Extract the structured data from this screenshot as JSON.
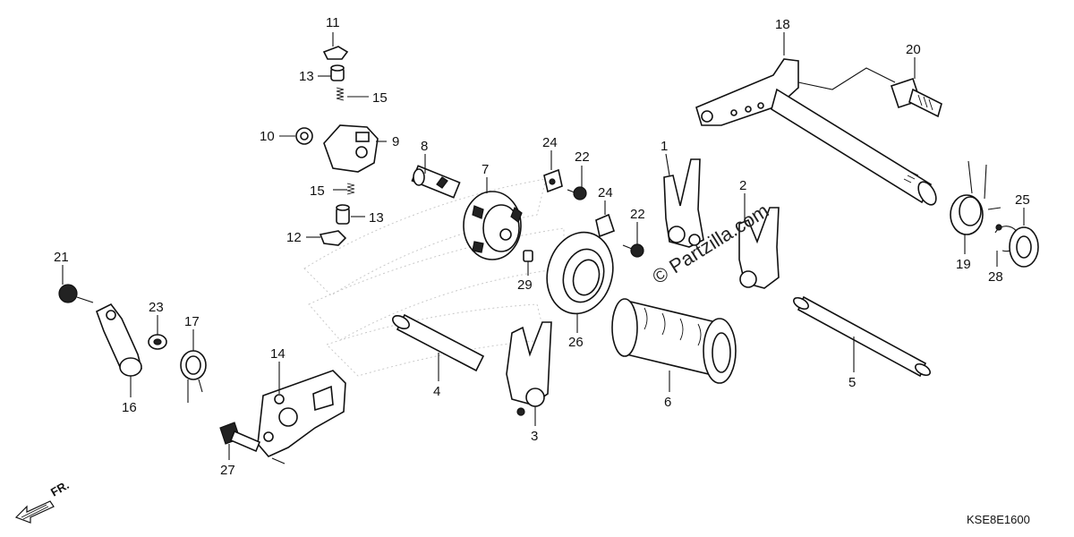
{
  "diagram": {
    "reference_code": "KSE8E1600",
    "watermark": "© Partzilla.com",
    "direction_label": "FR.",
    "callouts": [
      {
        "id": "c11",
        "label": "11"
      },
      {
        "id": "c13a",
        "label": "13"
      },
      {
        "id": "c15a",
        "label": "15"
      },
      {
        "id": "c10",
        "label": "10"
      },
      {
        "id": "c9",
        "label": "9"
      },
      {
        "id": "c15b",
        "label": "15"
      },
      {
        "id": "c13b",
        "label": "13"
      },
      {
        "id": "c12",
        "label": "12"
      },
      {
        "id": "c8",
        "label": "8"
      },
      {
        "id": "c7",
        "label": "7"
      },
      {
        "id": "c24a",
        "label": "24"
      },
      {
        "id": "c22a",
        "label": "22"
      },
      {
        "id": "c24b",
        "label": "24"
      },
      {
        "id": "c22b",
        "label": "22"
      },
      {
        "id": "c29",
        "label": "29"
      },
      {
        "id": "c26",
        "label": "26"
      },
      {
        "id": "c1",
        "label": "1"
      },
      {
        "id": "c2",
        "label": "2"
      },
      {
        "id": "c18",
        "label": "18"
      },
      {
        "id": "c20",
        "label": "20"
      },
      {
        "id": "c19",
        "label": "19"
      },
      {
        "id": "c25",
        "label": "25"
      },
      {
        "id": "c28",
        "label": "28"
      },
      {
        "id": "c21",
        "label": "21"
      },
      {
        "id": "c23",
        "label": "23"
      },
      {
        "id": "c17",
        "label": "17"
      },
      {
        "id": "c16",
        "label": "16"
      },
      {
        "id": "c14",
        "label": "14"
      },
      {
        "id": "c27",
        "label": "27"
      },
      {
        "id": "c4",
        "label": "4"
      },
      {
        "id": "c3",
        "label": "3"
      },
      {
        "id": "c6",
        "label": "6"
      },
      {
        "id": "c5",
        "label": "5"
      }
    ]
  }
}
